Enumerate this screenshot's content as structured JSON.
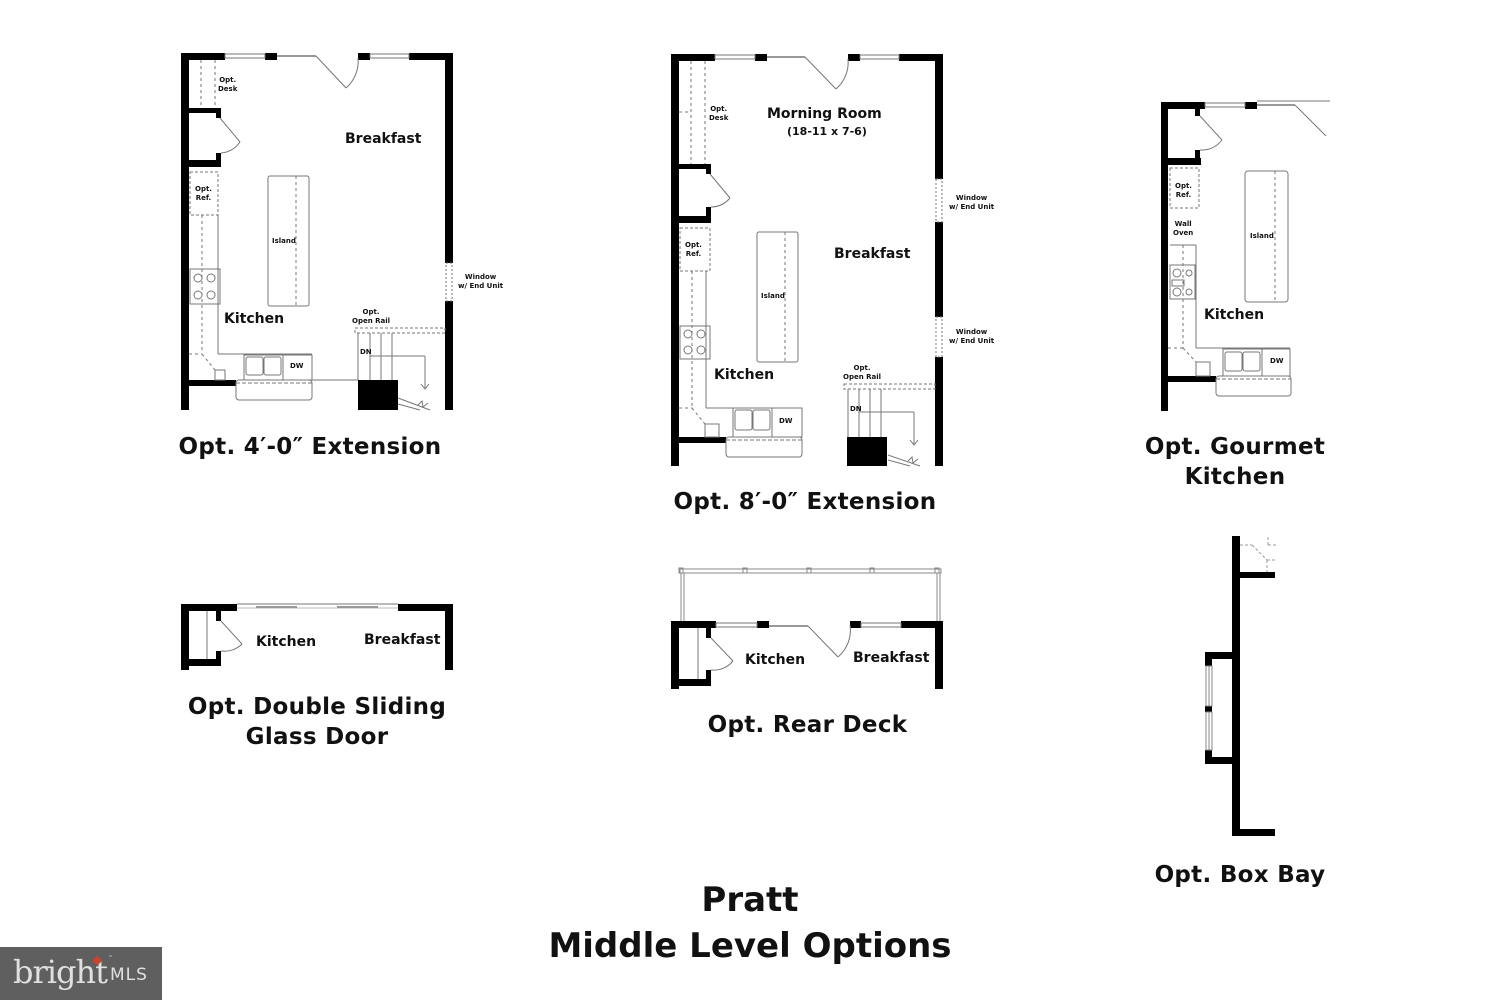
{
  "title": {
    "line1": "Pratt",
    "line2": "Middle Level Options"
  },
  "watermark": {
    "brand": "bright",
    "suffix": "MLS",
    "trademark": "™",
    "background_color": "#5f5f5f",
    "accent_color": "#c6452e"
  },
  "plans": {
    "ext4": {
      "caption": "Opt. 4′-0″ Extension",
      "labels": {
        "breakfast": "Breakfast",
        "kitchen": "Kitchen",
        "island": "Island",
        "desk": "Opt.\nDesk",
        "ref": "Opt.\nRef.",
        "window": "Window\nw/ End Unit",
        "rail": "Opt.\nOpen Rail",
        "dn": "DN",
        "dw": "DW"
      }
    },
    "ext8": {
      "caption": "Opt. 8′-0″ Extension",
      "labels": {
        "morning_room": "Morning Room",
        "morning_room_dims": "(18-11 x 7-6)",
        "breakfast": "Breakfast",
        "kitchen": "Kitchen",
        "island": "Island",
        "desk": "Opt.\nDesk",
        "ref": "Opt.\nRef.",
        "window1": "Window\nw/ End Unit",
        "window2": "Window\nw/ End Unit",
        "rail": "Opt.\nOpen Rail",
        "dn": "DN",
        "dw": "DW"
      }
    },
    "gourmet": {
      "caption_line1": "Opt. Gourmet",
      "caption_line2": "Kitchen",
      "labels": {
        "kitchen": "Kitchen",
        "island": "Island",
        "ref": "Opt.\nRef.",
        "wall_oven": "Wall\nOven",
        "dw": "DW"
      }
    },
    "sliding": {
      "caption_line1": "Opt. Double Sliding",
      "caption_line2": "Glass Door",
      "labels": {
        "kitchen": "Kitchen",
        "breakfast": "Breakfast"
      }
    },
    "deck": {
      "caption": "Opt. Rear Deck",
      "labels": {
        "kitchen": "Kitchen",
        "breakfast": "Breakfast"
      }
    },
    "boxbay": {
      "caption": "Opt. Box Bay"
    }
  }
}
